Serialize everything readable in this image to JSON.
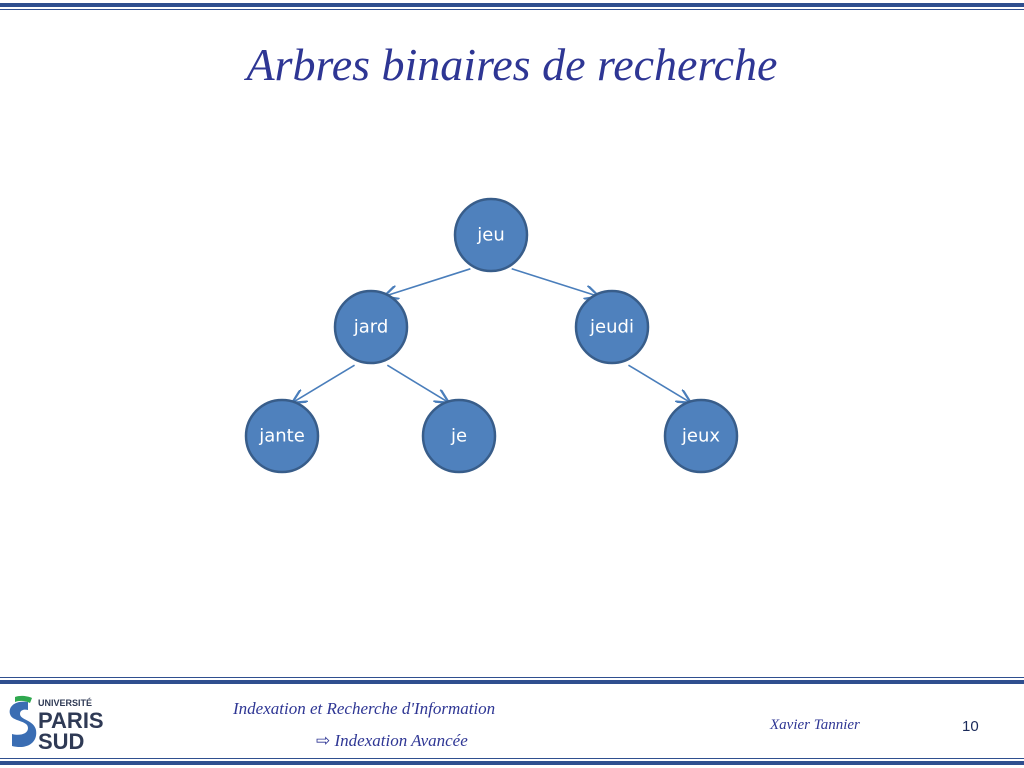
{
  "slide": {
    "title": "Arbres binaires de recherche"
  },
  "tree": {
    "nodes": [
      {
        "id": "jeu",
        "label": "jeu"
      },
      {
        "id": "jard",
        "label": "jard"
      },
      {
        "id": "jeudi",
        "label": "jeudi"
      },
      {
        "id": "jante",
        "label": "jante"
      },
      {
        "id": "je",
        "label": "je"
      },
      {
        "id": "jeux",
        "label": "jeux"
      }
    ],
    "edges": [
      {
        "from": "jeu",
        "to": "jard"
      },
      {
        "from": "jeu",
        "to": "jeudi"
      },
      {
        "from": "jard",
        "to": "jante"
      },
      {
        "from": "jard",
        "to": "je"
      },
      {
        "from": "jeudi",
        "to": "jeux"
      }
    ],
    "colors": {
      "node_fill": "#4f81bd",
      "node_stroke": "#385d8a",
      "edge": "#4a7ebb"
    }
  },
  "footer": {
    "course": "Indexation et Recherche d'Information",
    "subtitle_icon": "arrow-icon",
    "subtitle": "Indexation Avancée",
    "author": "Xavier Tannier",
    "page_number": "10"
  },
  "logo": {
    "line1": "UNIVERSITÉ",
    "line2": "PARIS",
    "line3": "SUD"
  },
  "colors": {
    "accent": "#2e3694",
    "bars": "#2f4f8f"
  }
}
